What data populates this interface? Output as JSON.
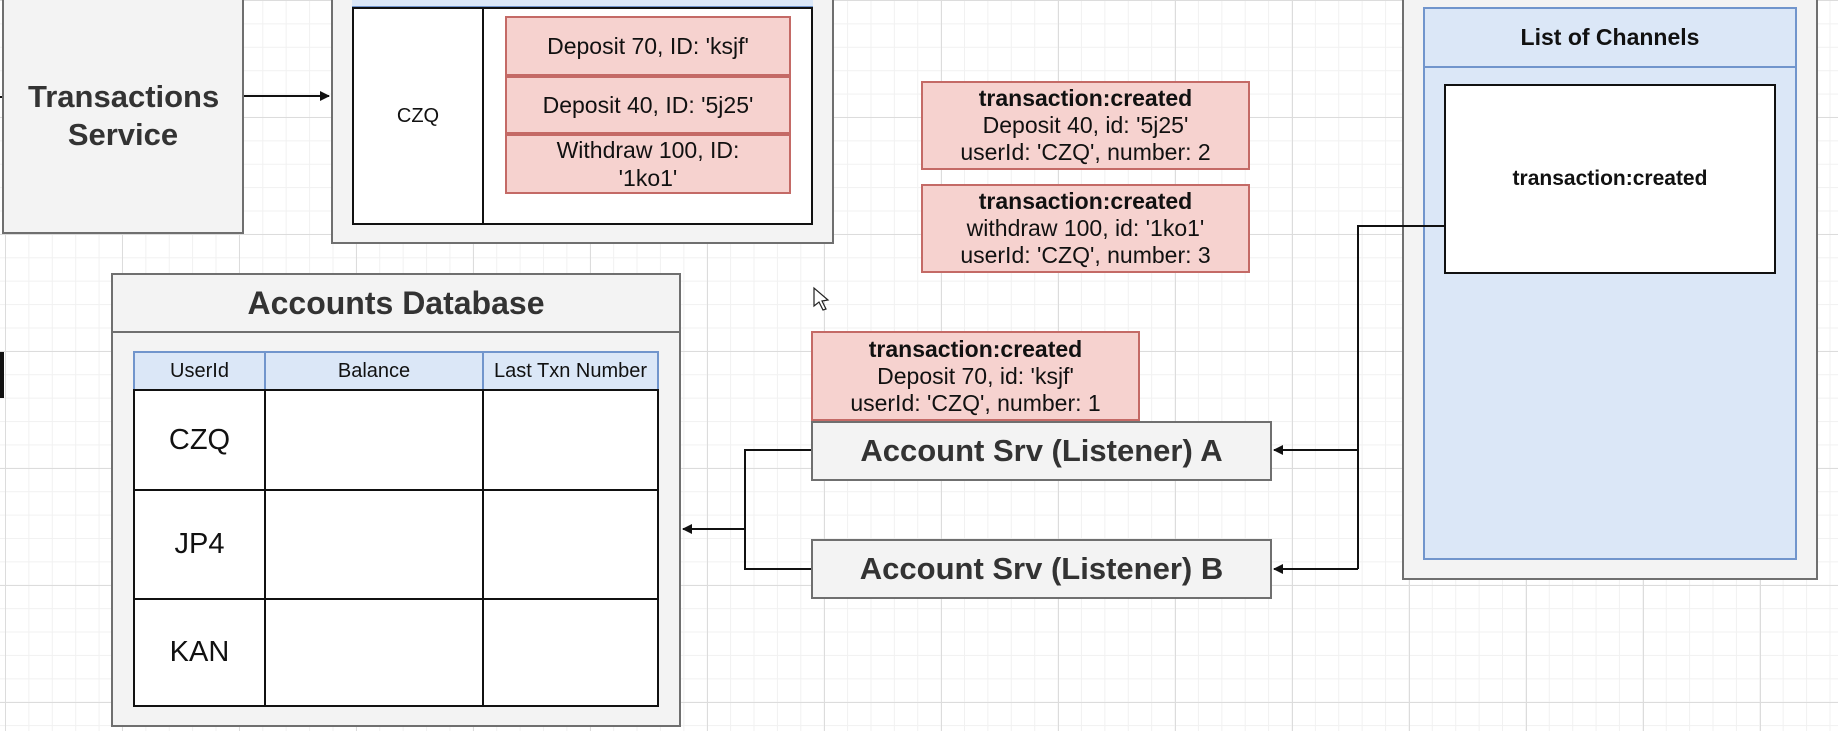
{
  "transactions_service": {
    "title": "Transactions Service"
  },
  "transaction_queue": {
    "user": "CZQ",
    "items": [
      {
        "label": "Deposit 70, ID: 'ksjf'"
      },
      {
        "label": "Deposit 40, ID: '5j25'"
      },
      {
        "label": "Withdraw 100, ID: '1ko1'"
      }
    ]
  },
  "events": [
    {
      "title": "transaction:created",
      "line1": "Deposit 40, id: '5j25'",
      "line2": "userId: 'CZQ', number: 2"
    },
    {
      "title": "transaction:created",
      "line1": "withdraw 100, id: '1ko1'",
      "line2": "userId: 'CZQ', number: 3"
    },
    {
      "title": "transaction:created",
      "line1": "Deposit 70, id: 'ksjf'",
      "line2": "userId: 'CZQ', number: 1"
    }
  ],
  "channels": {
    "title": "List of Channels",
    "channel": "transaction:created"
  },
  "listeners": {
    "a": "Account Srv (Listener) A",
    "b": "Account Srv (Listener) B"
  },
  "accounts_db": {
    "title": "Accounts Database",
    "columns": [
      "UserId",
      "Balance",
      "Last Txn Number"
    ],
    "rows": [
      {
        "user": "CZQ",
        "balance": "",
        "last_txn": ""
      },
      {
        "user": "JP4",
        "balance": "",
        "last_txn": ""
      },
      {
        "user": "KAN",
        "balance": "",
        "last_txn": ""
      }
    ]
  },
  "colors": {
    "event_fill": "#f6d2cf",
    "event_border": "#c46a66",
    "header_fill": "#dbe7f7",
    "header_border": "#7195cc",
    "panel_fill": "#f3f3f3"
  }
}
